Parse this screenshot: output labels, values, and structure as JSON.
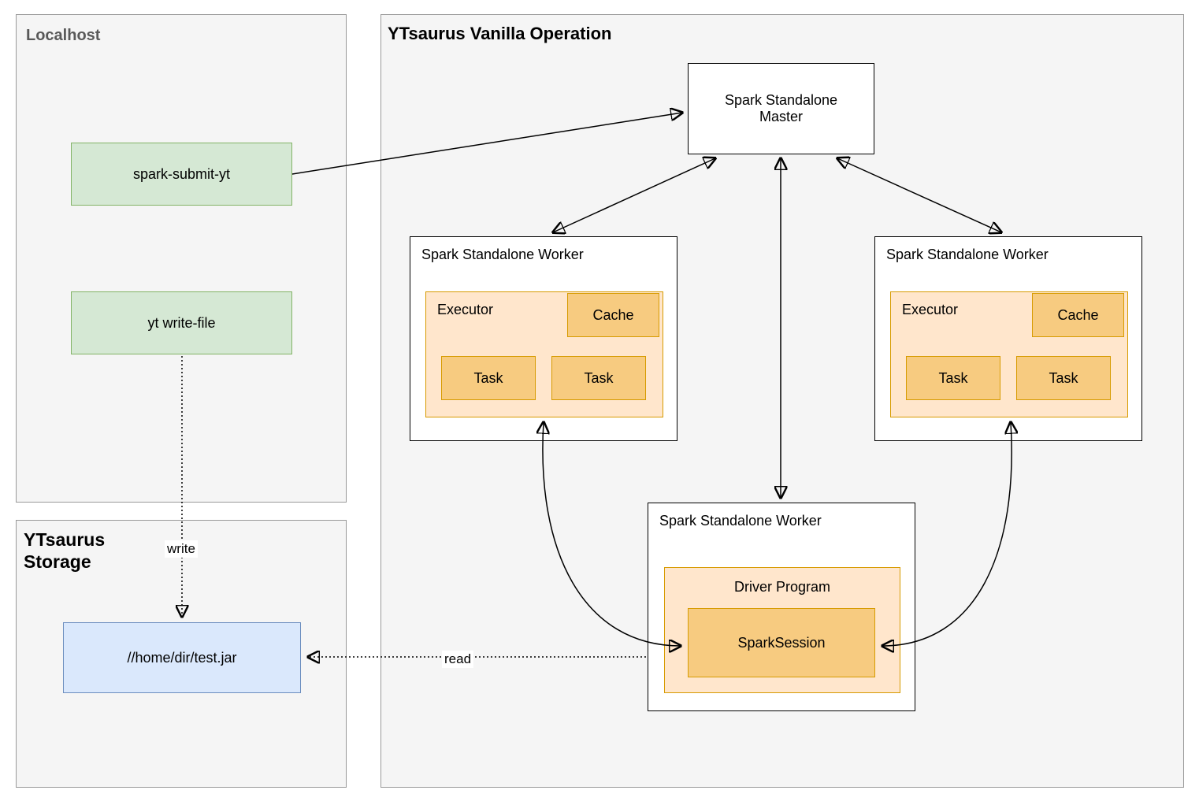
{
  "containers": {
    "localhost": {
      "label": "Localhost"
    },
    "storage": {
      "label": "YTsaurus Storage"
    },
    "operation": {
      "label": "YTsaurus Vanilla Operation"
    }
  },
  "nodes": {
    "spark_submit": {
      "label": "spark-submit-yt"
    },
    "yt_write_file": {
      "label": "yt write-file"
    },
    "jar": {
      "label": "//home/dir/test.jar"
    },
    "master": {
      "label": "Spark Standalone Master"
    },
    "worker_left": {
      "label": "Spark Standalone Worker",
      "executor": "Executor",
      "cache": "Cache",
      "task1": "Task",
      "task2": "Task"
    },
    "worker_right": {
      "label": "Spark Standalone Worker",
      "executor": "Executor",
      "cache": "Cache",
      "task1": "Task",
      "task2": "Task"
    },
    "worker_driver": {
      "label": "Spark Standalone Worker",
      "driver": "Driver Program",
      "session": "SparkSession"
    }
  },
  "edges": {
    "write_label": "write",
    "read_label": "read"
  },
  "colors": {
    "container_fill": "#f5f5f5",
    "container_border": "#999999",
    "green_fill": "#d5e8d4",
    "green_border": "#82b366",
    "blue_fill": "#dae8fc",
    "blue_border": "#6c8ebf",
    "orange_light_fill": "#ffe6cc",
    "orange_dark_fill": "#f7cb80",
    "orange_border": "#d79b00",
    "arrow_color": "#000000"
  }
}
